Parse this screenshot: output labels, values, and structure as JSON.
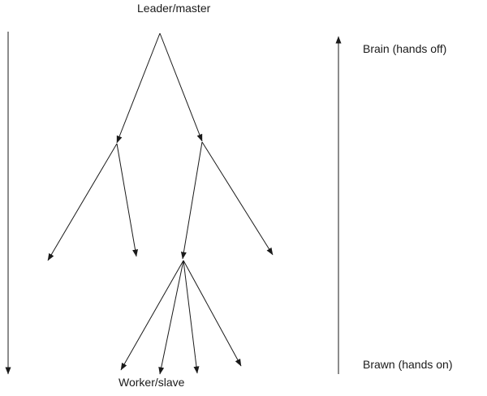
{
  "diagram": {
    "labels": {
      "leader": "Leader/master",
      "worker": "Worker/slave",
      "brain": "Brain (hands off)",
      "brawn": "Brawn (hands on)"
    },
    "line_color": "#1a1a1a",
    "edges": [
      [
        197,
        41,
        144,
        176
      ],
      [
        197,
        41,
        249,
        174
      ],
      [
        144,
        177,
        59,
        321
      ],
      [
        144,
        177,
        168,
        316
      ],
      [
        249,
        175,
        225,
        319
      ],
      [
        249,
        175,
        336,
        314
      ],
      [
        226,
        321,
        149,
        456
      ],
      [
        226,
        321,
        197,
        461
      ],
      [
        226,
        321,
        243,
        460
      ],
      [
        226,
        321,
        297,
        451
      ],
      [
        10,
        39,
        10,
        461
      ],
      [
        417,
        461,
        417,
        45
      ]
    ]
  }
}
